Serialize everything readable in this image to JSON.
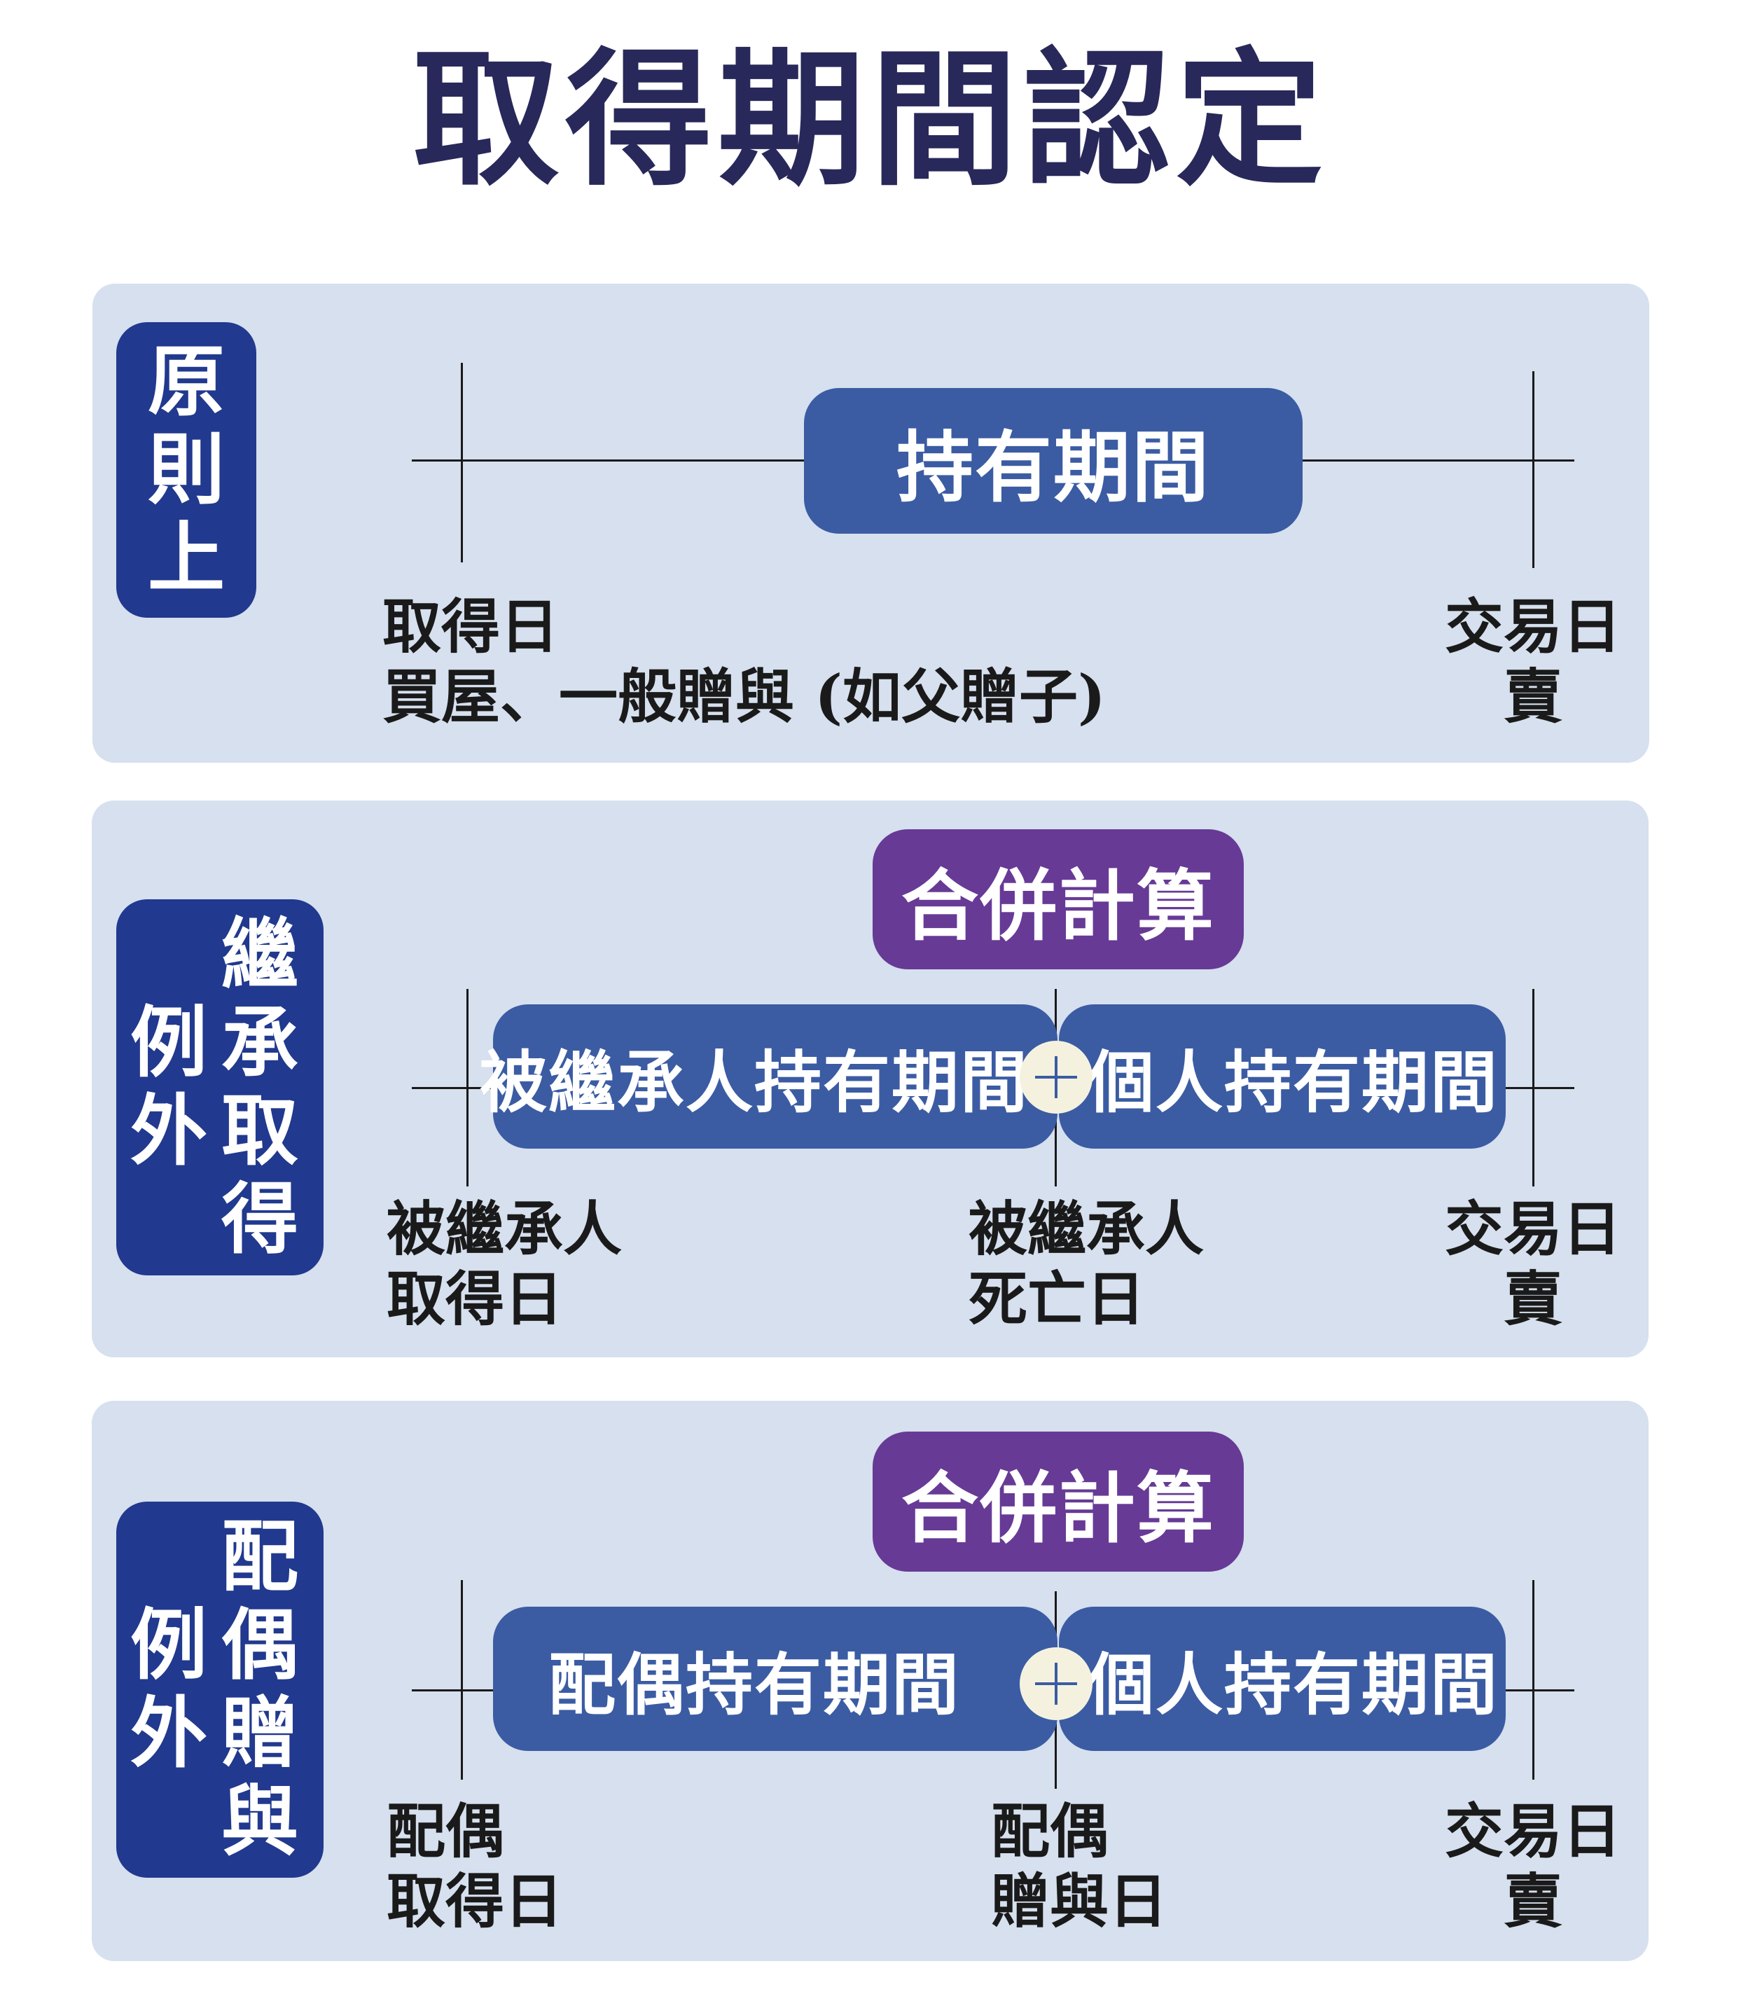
{
  "title": "取得期間認定",
  "principle": {
    "tag": [
      "原",
      "則",
      "上"
    ],
    "period": "持有期間",
    "left_label": [
      "取得日",
      "買屋、一般贈與 (如父贈子)"
    ],
    "right_label": [
      "交易日",
      "賣"
    ]
  },
  "inheritance": {
    "tag_left": [
      "例",
      "外"
    ],
    "tag_right": [
      "繼",
      "承",
      "取",
      "得"
    ],
    "merge": "合併計算",
    "period_left": "被繼承人持有期間",
    "period_right": "個人持有期間",
    "left_label": [
      "被繼承人",
      "取得日"
    ],
    "mid_label": [
      "被繼承人",
      "死亡日"
    ],
    "right_label": [
      "交易日",
      "賣"
    ]
  },
  "spouse": {
    "tag_left": [
      "例",
      "外"
    ],
    "tag_right": [
      "配",
      "偶",
      "贈",
      "與"
    ],
    "merge": "合併計算",
    "period_left": "配偶持有期間",
    "period_right": "個人持有期間",
    "left_label": [
      "配偶",
      "取得日"
    ],
    "mid_label": [
      "配偶",
      "贈與日"
    ],
    "right_label": [
      "交易日",
      "賣"
    ]
  },
  "colors": {
    "title": "#28285a",
    "panel": "#d6e0ee",
    "tag": "#21398e",
    "period_pill": "#3b5ca3",
    "merge_pill": "#673a96",
    "plus_circle": "#f4f2df"
  },
  "icons": {
    "plus": "plus-icon"
  }
}
